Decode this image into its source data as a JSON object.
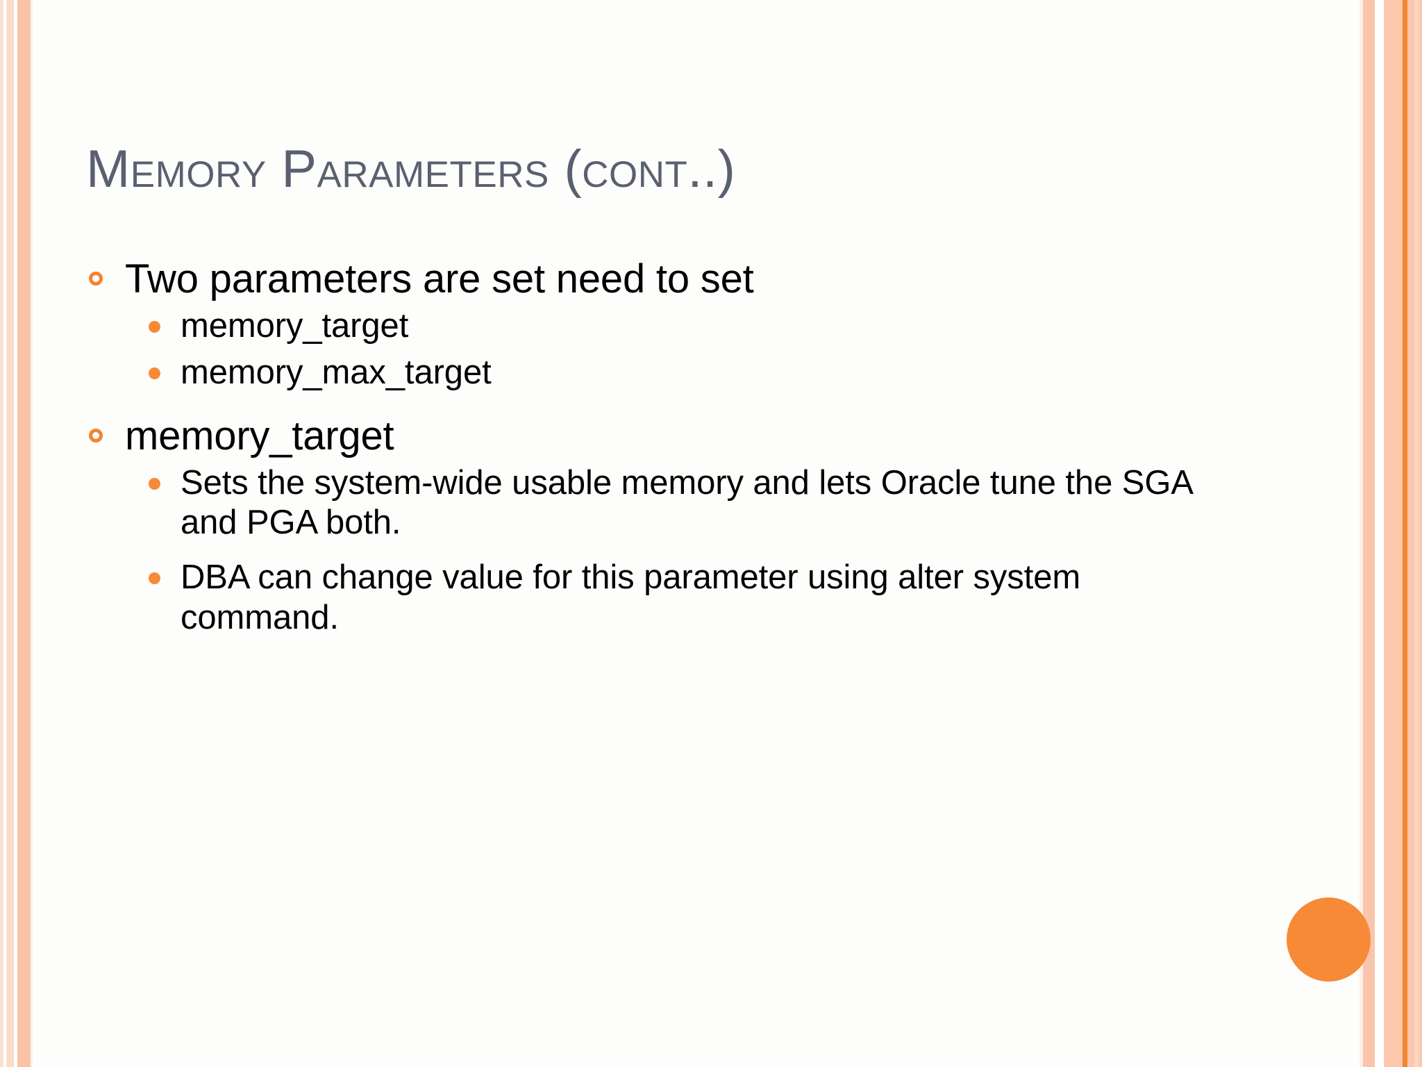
{
  "slide": {
    "title": "Memory Parameters (cont..)",
    "background_color": "#fdfefb",
    "title_color": "#5a6070",
    "accent_color": "#f3852f",
    "bullet_fill_color": "#f68a36"
  },
  "content": {
    "items": [
      {
        "level": 1,
        "text": "Two parameters are set need to set",
        "bullet": "hollow-circle-bullet-icon"
      },
      {
        "level": 2,
        "text": "memory_target",
        "bullet": "dot-bullet-icon"
      },
      {
        "level": 2,
        "text": "memory_max_target",
        "bullet": "dot-bullet-icon"
      },
      {
        "level": 1,
        "text": "memory_target",
        "bullet": "hollow-circle-bullet-icon"
      },
      {
        "level": 2,
        "text": "Sets the system-wide usable memory and lets Oracle tune the SGA and PGA both.",
        "bullet": "dot-bullet-icon"
      },
      {
        "level": 2,
        "text": "DBA can change value for this parameter using alter system command.",
        "bullet": "dot-bullet-icon"
      }
    ]
  },
  "decoration": {
    "circle_color": "#f68a36",
    "left_border_colors": [
      "#fbe0d2",
      "#ffffff",
      "#f9dcc9",
      "#ffffff",
      "#fac3a8",
      "#fdf2ea"
    ],
    "right_border_colors": [
      "#fdeee6",
      "#fac5ab",
      "#ffffff",
      "#fbc8ae",
      "#f3852f",
      "#fbc8ae",
      "#fcd6c0",
      "#fbc8ae"
    ]
  }
}
